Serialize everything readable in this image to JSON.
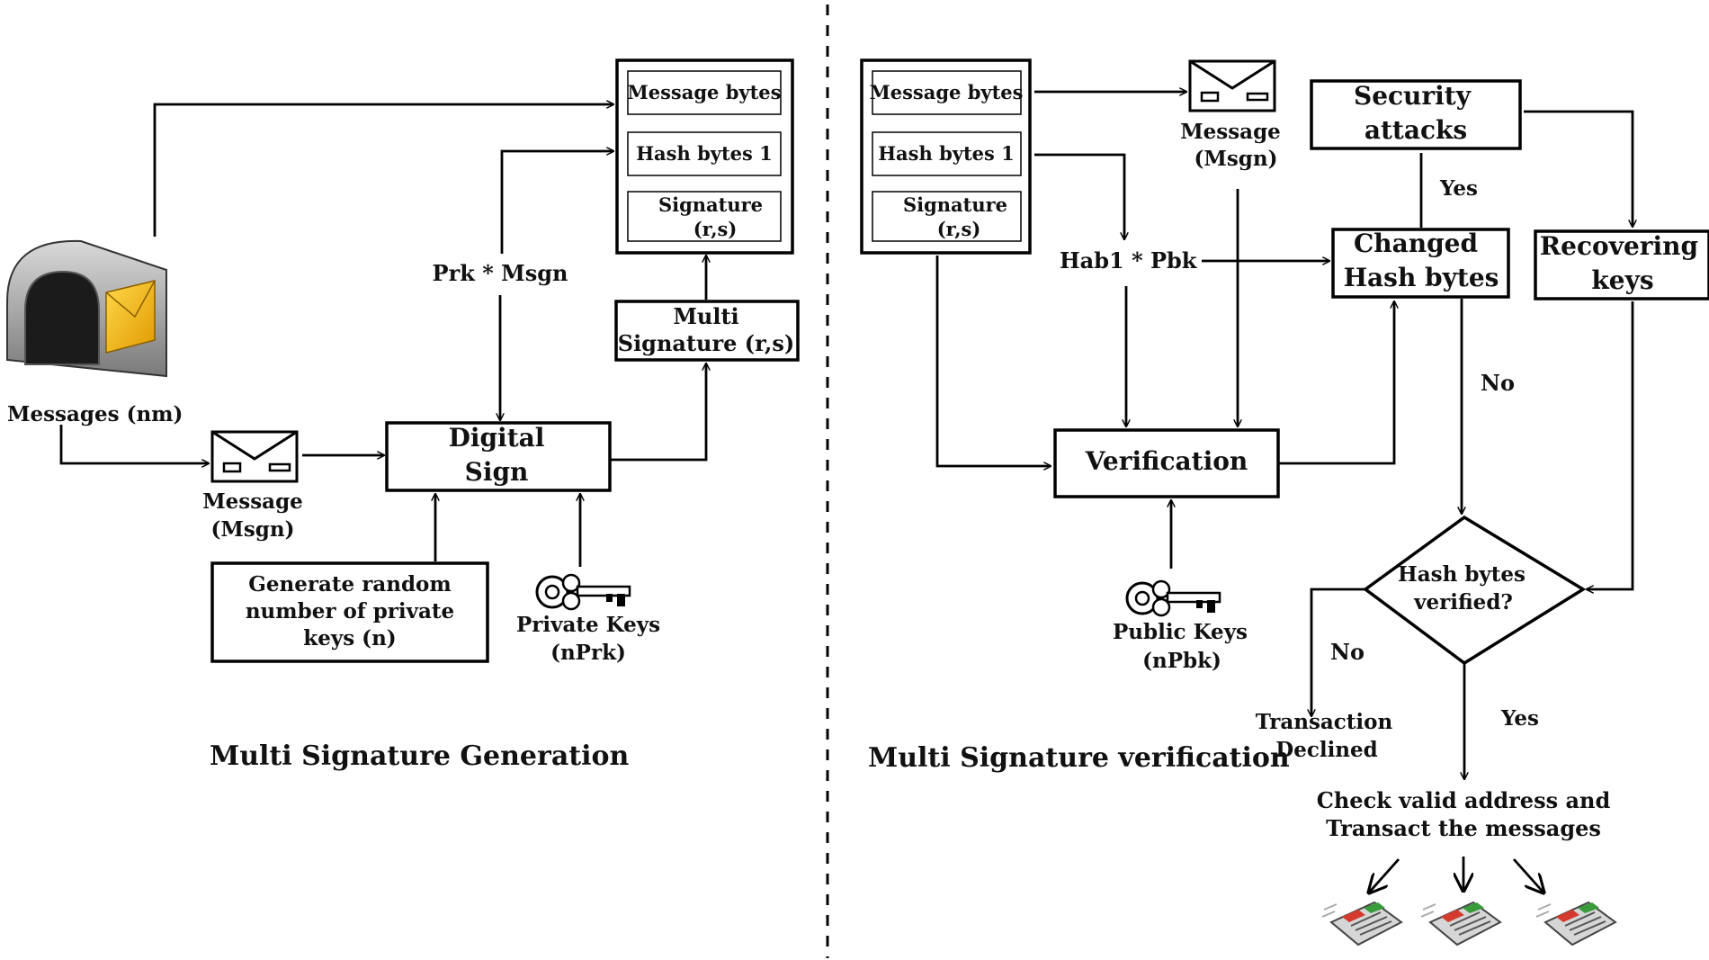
{
  "generation": {
    "title": "Multi Signature Generation",
    "packet": {
      "message_bytes": "Message bytes",
      "hash_bytes": "Hash bytes 1",
      "signature_line1": "Signature",
      "signature_line2": "(r,s)"
    },
    "mailbox_label": "Messages (nm)",
    "message_label_line1": "Message",
    "message_label_line2": "(Msgn)",
    "digital_sign_line1": "Digital",
    "digital_sign_line2": "Sign",
    "prk_msgn": "Prk * Msgn",
    "multi_sig_line1": "Multi",
    "multi_sig_line2": "Signature (r,s)",
    "generate_line1": "Generate random",
    "generate_line2": "number of private",
    "generate_line3": "keys (n)",
    "private_keys_line1": "Private Keys",
    "private_keys_line2": "(nPrk)"
  },
  "verification": {
    "title": "Multi Signature verification",
    "packet": {
      "message_bytes": "Message bytes",
      "hash_bytes": "Hash bytes 1",
      "signature_line1": "Signature",
      "signature_line2": "(r,s)"
    },
    "message_label_line1": "Message",
    "message_label_line2": "(Msgn)",
    "hab_pbk": "Hab1 * Pbk",
    "security_line1": "Security",
    "security_line2": "attacks",
    "yes_top": "Yes",
    "changed_line1": "Changed",
    "changed_line2": "Hash bytes",
    "recovering_line1": "Recovering",
    "recovering_line2": "keys",
    "no_right": "No",
    "verification": "Verification",
    "public_keys_line1": "Public Keys",
    "public_keys_line2": "(nPbk)",
    "decision_line1": "Hash bytes",
    "decision_line2": "verified?",
    "no_left": "No",
    "yes_bottom": "Yes",
    "declined_line1": "Transaction",
    "declined_line2": "Declined",
    "check_line1": "Check valid address and",
    "check_line2": "Transact the messages"
  }
}
